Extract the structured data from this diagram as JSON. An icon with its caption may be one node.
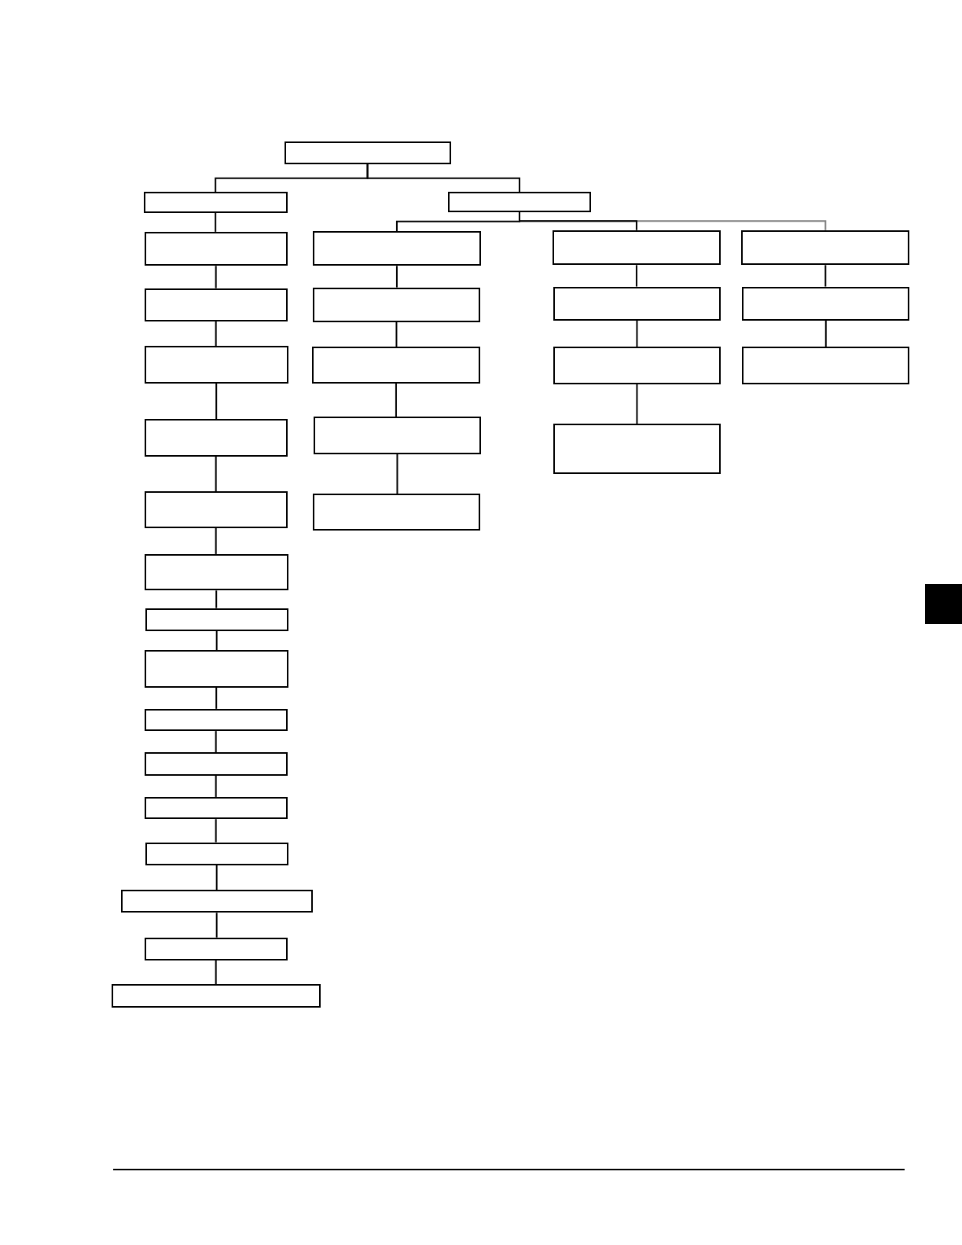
{
  "diagram": {
    "nodes": [
      {
        "text": [],
        "shape": "box"
      },
      {
        "text": [],
        "shape": "box"
      },
      {
        "text": [],
        "shape": "box"
      },
      {
        "text": [],
        "shape": "box"
      },
      {
        "text": [],
        "shape": "box"
      },
      {
        "text": [],
        "shape": "box"
      },
      {
        "text": [],
        "shape": "box"
      },
      {
        "text": [],
        "shape": "box"
      },
      {
        "text": [],
        "shape": "box"
      },
      {
        "text": [],
        "shape": "box"
      },
      {
        "text": [],
        "shape": "box"
      },
      {
        "text": [],
        "shape": "box"
      },
      {
        "text": [],
        "shape": "box"
      },
      {
        "text": [],
        "shape": "box"
      },
      {
        "text": [],
        "shape": "box"
      },
      {
        "text": [],
        "shape": "box"
      },
      {
        "text": [],
        "shape": "box"
      },
      {
        "text": [],
        "shape": "box"
      },
      {
        "text": [],
        "shape": "box"
      },
      {
        "text": [],
        "shape": "box"
      },
      {
        "text": [],
        "shape": "box"
      },
      {
        "text": [],
        "shape": "box"
      },
      {
        "text": [],
        "shape": "box"
      },
      {
        "text": [],
        "shape": "box"
      },
      {
        "text": [],
        "shape": "box"
      },
      {
        "text": [],
        "shape": "box"
      },
      {
        "text": [],
        "shape": "box"
      },
      {
        "text": [],
        "shape": "box"
      },
      {
        "text": [],
        "shape": "box"
      },
      {
        "text": [],
        "shape": "box"
      }
    ],
    "edges": [
      {
        "from": 0,
        "to": 1,
        "arrow": "none"
      },
      {
        "from": 0,
        "to": 2,
        "arrow": "none"
      },
      {
        "from": 1,
        "to": 3,
        "arrow": "none"
      },
      {
        "from": 3,
        "to": 4,
        "arrow": "none"
      },
      {
        "from": 4,
        "to": 5,
        "arrow": "none"
      },
      {
        "from": 5,
        "to": 6,
        "arrow": "none"
      },
      {
        "from": 6,
        "to": 7,
        "arrow": "none"
      },
      {
        "from": 7,
        "to": 8,
        "arrow": "none"
      },
      {
        "from": 8,
        "to": 9,
        "arrow": "none"
      },
      {
        "from": 9,
        "to": 10,
        "arrow": "none"
      },
      {
        "from": 10,
        "to": 11,
        "arrow": "none"
      },
      {
        "from": 11,
        "to": 12,
        "arrow": "none"
      },
      {
        "from": 12,
        "to": 13,
        "arrow": "none"
      },
      {
        "from": 13,
        "to": 14,
        "arrow": "none"
      },
      {
        "from": 14,
        "to": 15,
        "arrow": "none"
      },
      {
        "from": 15,
        "to": 16,
        "arrow": "none"
      },
      {
        "from": 16,
        "to": 17,
        "arrow": "none"
      },
      {
        "from": 2,
        "to": 18,
        "arrow": "none"
      },
      {
        "from": 2,
        "to": 23,
        "arrow": "none"
      },
      {
        "from": 2,
        "to": 27,
        "arrow": "none",
        "color": "#808080"
      },
      {
        "from": 18,
        "to": 19,
        "arrow": "none"
      },
      {
        "from": 19,
        "to": 20,
        "arrow": "none"
      },
      {
        "from": 20,
        "to": 21,
        "arrow": "none"
      },
      {
        "from": 21,
        "to": 22,
        "arrow": "none"
      },
      {
        "from": 23,
        "to": 24,
        "arrow": "none"
      },
      {
        "from": 24,
        "to": 25,
        "arrow": "none"
      },
      {
        "from": 25,
        "to": 26,
        "arrow": "none"
      },
      {
        "from": 27,
        "to": 28,
        "arrow": "none"
      },
      {
        "from": 28,
        "to": 29,
        "arrow": "none"
      }
    ]
  }
}
